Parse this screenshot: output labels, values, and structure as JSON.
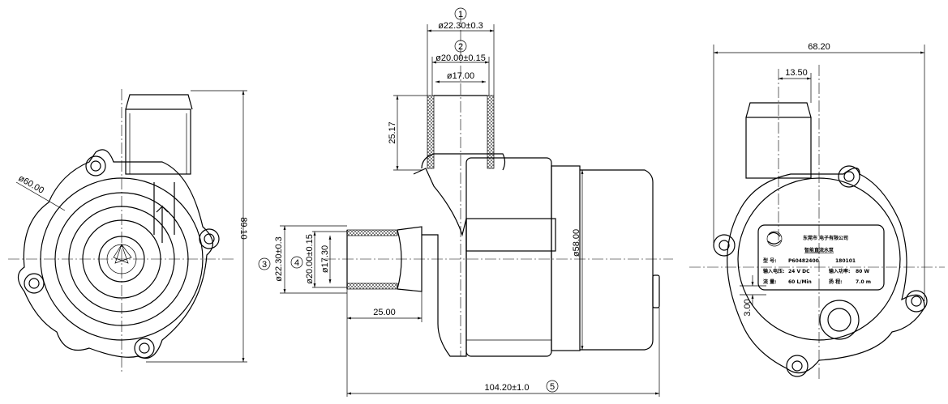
{
  "front_view": {
    "dia_outer": "ø60.00",
    "height": "89.10"
  },
  "side_view": {
    "outlet_od_marker": "1",
    "outlet_od": "ø22.30±0.3",
    "outlet_mid_marker": "2",
    "outlet_mid": "ø20.00±0.15",
    "outlet_id": "ø17.00",
    "outlet_height": "25.17",
    "inlet_od_marker": "3",
    "inlet_od": "ø22.30±0.3",
    "inlet_mid_marker": "4",
    "inlet_mid": "ø20.00±0.15",
    "inlet_id": "ø17.30",
    "inlet_length": "25.00",
    "motor_dia": "ø58.00",
    "total_length": "104.20±1.0",
    "total_length_marker": "5"
  },
  "rear_view": {
    "width": "68.20",
    "pipe_offset": "13.50",
    "small_offset": "3.00",
    "nameplate": {
      "company": "东莞市 电子有限公司",
      "product": "智能直流水泵",
      "model_label": "型    号:",
      "model": "P60482400",
      "date": "180101",
      "voltage_label": "输入电压:",
      "voltage": "24 V DC",
      "power_label": "输入功率:",
      "power": "80 W",
      "flow_label": "流    量:",
      "flow": "60 L/Min",
      "head_label": "扬    程:",
      "head": "7.0 m"
    }
  }
}
